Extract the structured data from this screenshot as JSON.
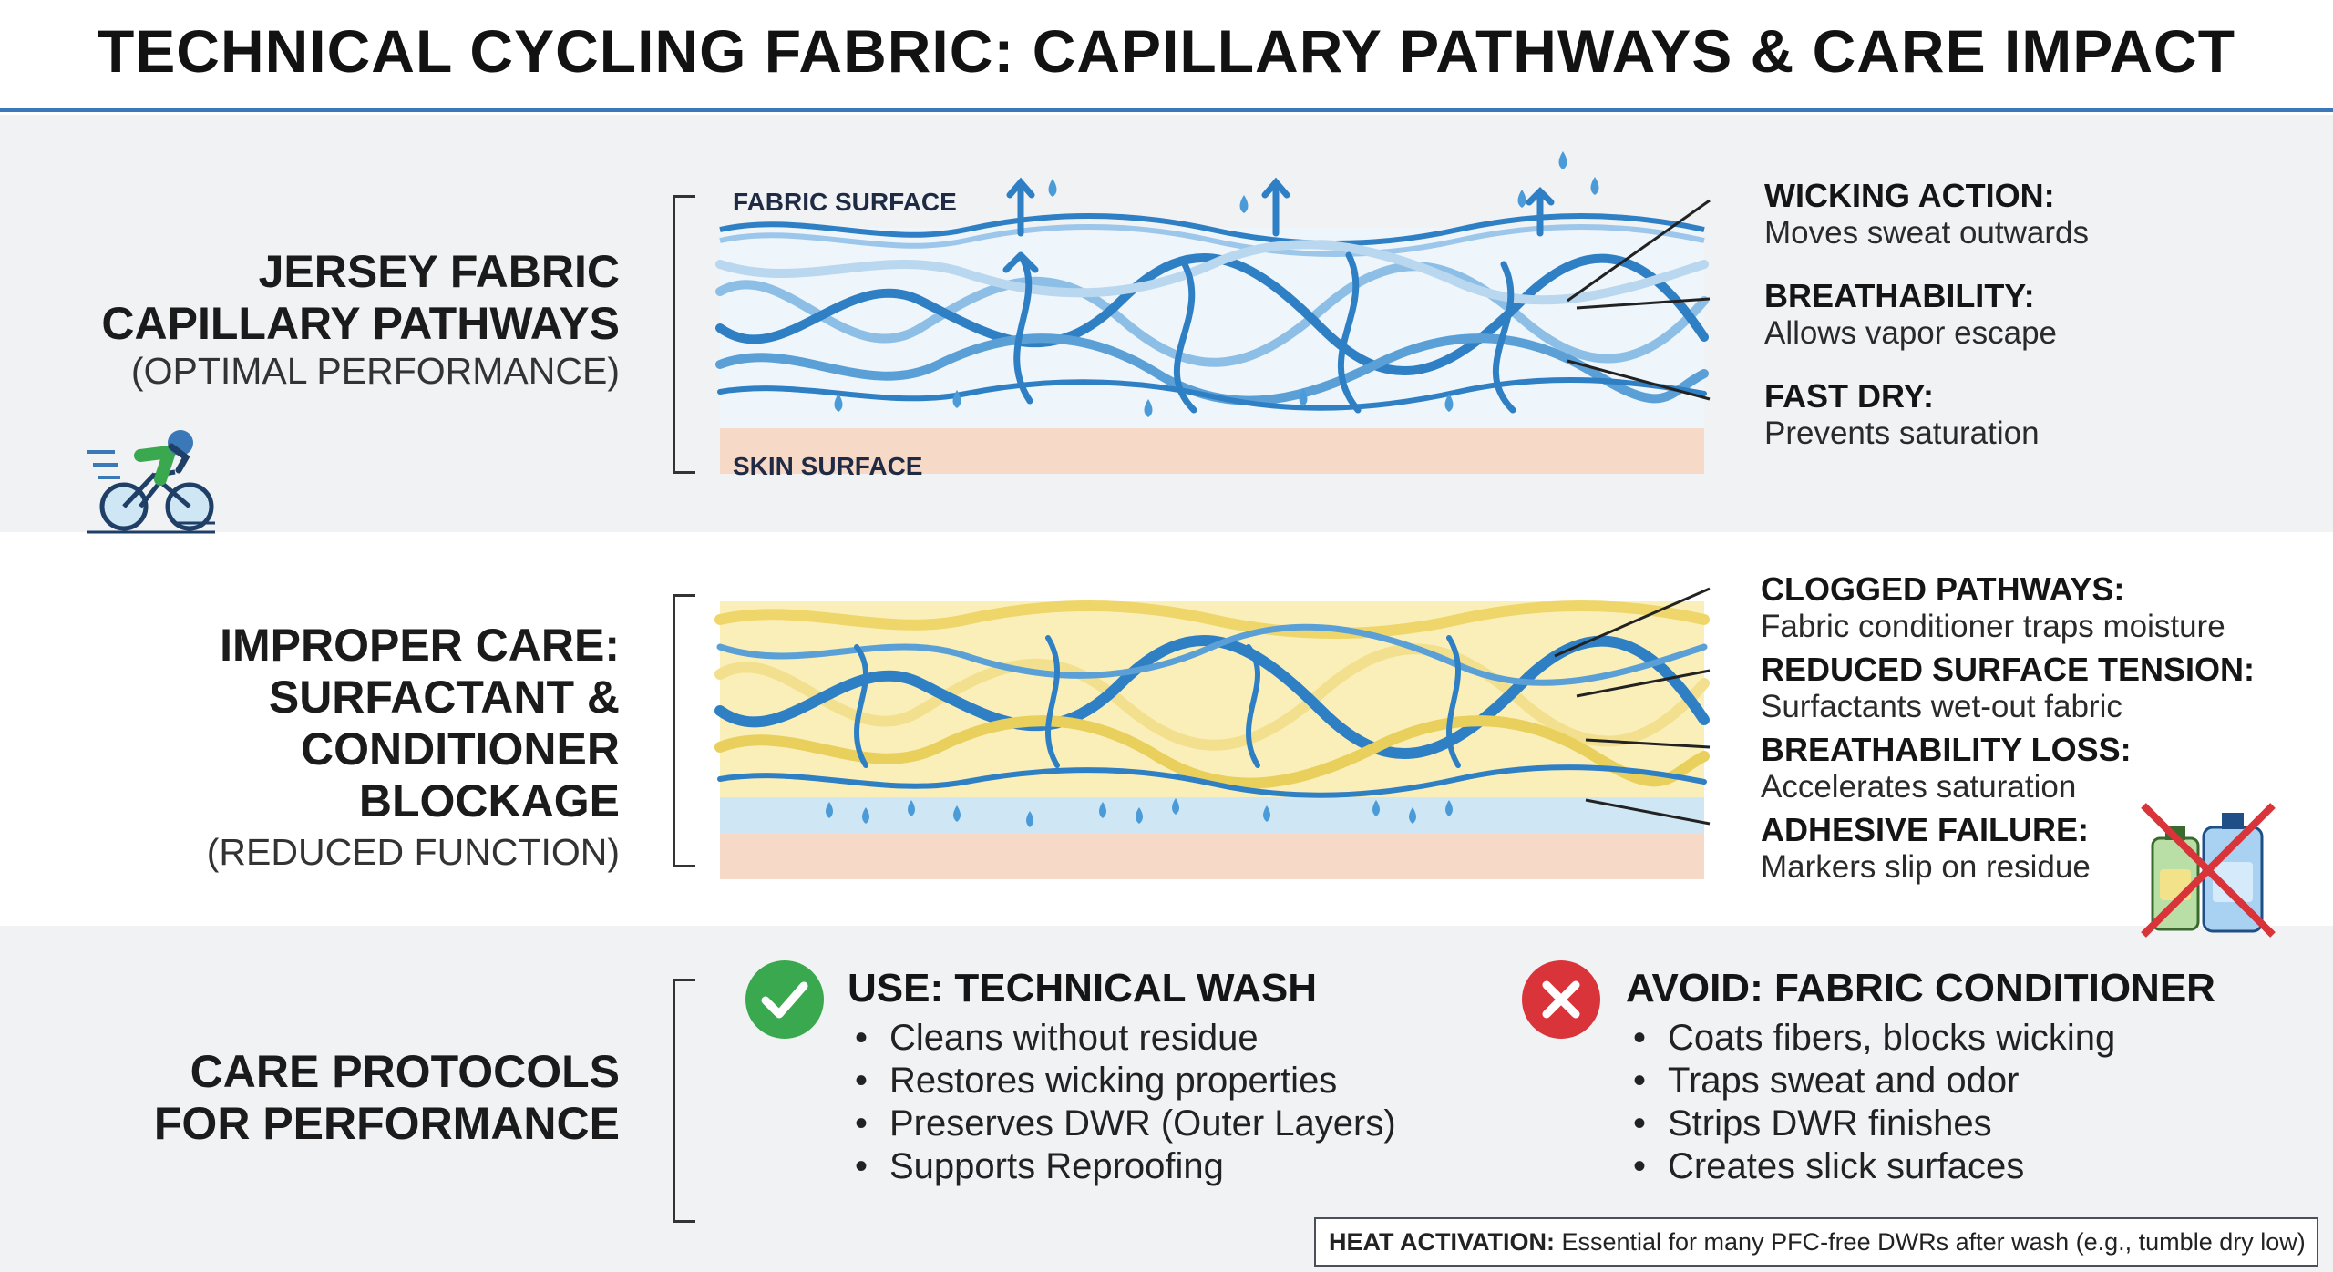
{
  "title": "TECHNICAL CYCLING FABRIC: CAPILLARY PATHWAYS & CARE IMPACT",
  "section1": {
    "heading_lines": [
      "JERSEY FABRIC",
      "CAPILLARY PATHWAYS"
    ],
    "subheading": "(OPTIMAL PERFORMANCE)",
    "surface_top": "FABRIC SURFACE",
    "surface_bottom": "SKIN SURFACE",
    "labels": [
      {
        "title": "WICKING ACTION:",
        "desc": "Moves sweat outwards"
      },
      {
        "title": "BREATHABILITY:",
        "desc": "Allows vapor escape"
      },
      {
        "title": "FAST DRY:",
        "desc": "Prevents saturation"
      }
    ]
  },
  "section2": {
    "heading_lines": [
      "IMPROPER CARE:",
      "SURFACTANT &",
      "CONDITIONER",
      "BLOCKAGE"
    ],
    "subheading": "(REDUCED FUNCTION)",
    "labels": [
      {
        "title": "CLOGGED PATHWAYS:",
        "desc": "Fabric conditioner traps moisture"
      },
      {
        "title": "REDUCED SURFACE TENSION:",
        "desc": "Surfactants wet-out fabric"
      },
      {
        "title": "BREATHABILITY LOSS:",
        "desc": "Accelerates saturation"
      },
      {
        "title": "ADHESIVE FAILURE:",
        "desc": "Markers slip on residue"
      }
    ]
  },
  "section3": {
    "heading_lines": [
      "CARE PROTOCOLS",
      "FOR PERFORMANCE"
    ],
    "use": {
      "title": "USE: TECHNICAL WASH",
      "items": [
        "Cleans without residue",
        "Restores wicking properties",
        "Preserves DWR (Outer Layers)",
        "Supports Reproofing"
      ]
    },
    "avoid": {
      "title": "AVOID: FABRIC CONDITIONER",
      "items": [
        "Coats fibers, blocks wicking",
        "Traps sweat and odor",
        "Strips DWR finishes",
        "Creates slick surfaces"
      ]
    },
    "note": {
      "bold": "HEAT ACTIVATION:",
      "text": " Essential for many PFC-free DWRs after wash (e.g., tumble dry low)"
    }
  },
  "colors": {
    "accent_blue": "#3b78b8",
    "fiber_blue": "#2f7fc4",
    "residue_yellow": "#f2dc7a",
    "skin": "#f6d9c6",
    "check_green": "#3aa84f",
    "cross_red": "#d8343a"
  },
  "icons": [
    "cyclist-icon",
    "check-icon",
    "cross-icon",
    "detergent-bottles-icon"
  ]
}
